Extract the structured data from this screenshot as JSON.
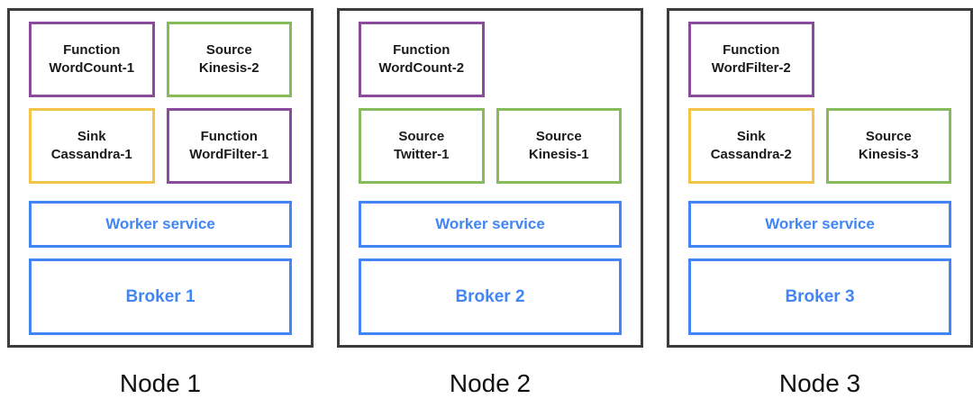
{
  "colors": {
    "background": "#ffffff",
    "node_border": "#3c3c3c",
    "function_border": "#8a4b9d",
    "source_border": "#85ba5d",
    "sink_border": "#f2c449",
    "infra_border": "#4285f4",
    "infra_text": "#4285f4",
    "component_text": "#1b1b1b",
    "node_label_text": "#111111"
  },
  "nodes": [
    {
      "label": "Node 1",
      "slots": {
        "r1c1": {
          "type": "function",
          "text": "Function\nWordCount-1"
        },
        "r1c2": {
          "type": "source",
          "text": "Source\nKinesis-2"
        },
        "r2c1": {
          "type": "sink",
          "text": "Sink\nCassandra-1"
        },
        "r2c2": {
          "type": "function",
          "text": "Function\nWordFilter-1"
        }
      },
      "worker_label": "Worker service",
      "broker_label": "Broker 1"
    },
    {
      "label": "Node 2",
      "slots": {
        "r1c1": {
          "type": "function",
          "text": "Function\nWordCount-2"
        },
        "r2c1": {
          "type": "source",
          "text": "Source\nTwitter-1"
        },
        "r2c2": {
          "type": "source",
          "text": "Source\nKinesis-1"
        }
      },
      "worker_label": "Worker service",
      "broker_label": "Broker 2"
    },
    {
      "label": "Node 3",
      "slots": {
        "r1c1": {
          "type": "function",
          "text": "Function\nWordFilter-2"
        },
        "r2c1": {
          "type": "sink",
          "text": "Sink\nCassandra-2"
        },
        "r2c2": {
          "type": "source",
          "text": "Source\nKinesis-3"
        }
      },
      "worker_label": "Worker service",
      "broker_label": "Broker 3"
    }
  ]
}
